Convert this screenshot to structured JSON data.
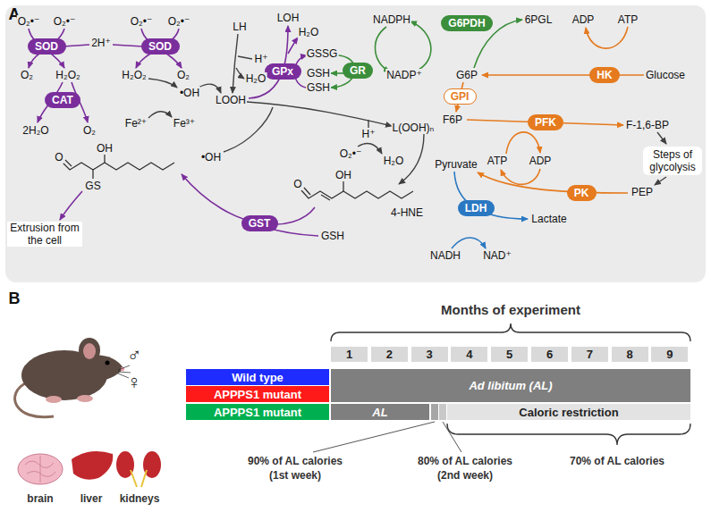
{
  "diagram": {
    "nodes": [
      {
        "text": [
          "SOD"
        ]
      },
      {
        "text": [
          "SOD"
        ]
      },
      {
        "text": [
          "GPx"
        ]
      },
      {
        "text": [
          "GR"
        ]
      },
      {
        "text": [
          "G6PDH"
        ]
      },
      {
        "text": [
          "HK"
        ]
      },
      {
        "text": [
          "CAT"
        ]
      },
      {
        "text": [
          "GPI"
        ]
      },
      {
        "text": [
          "PFK"
        ]
      },
      {
        "text": [
          "Steps of glycolysis"
        ]
      },
      {
        "text": [
          "PK"
        ]
      },
      {
        "text": [
          "LDH"
        ]
      },
      {
        "text": [
          "GST"
        ]
      },
      {
        "text": [
          "1"
        ]
      },
      {
        "text": [
          "2"
        ]
      },
      {
        "text": [
          "3"
        ]
      },
      {
        "text": [
          "4"
        ]
      },
      {
        "text": [
          "5"
        ]
      },
      {
        "text": [
          "6"
        ]
      },
      {
        "text": [
          "7"
        ]
      },
      {
        "text": [
          "8"
        ]
      },
      {
        "text": [
          "9"
        ]
      },
      {
        "text": [
          "Wild type"
        ]
      },
      {
        "text": [
          "Ad libitum (AL)"
        ]
      },
      {
        "text": [
          "APPPS1 mutant"
        ]
      },
      {
        "text": [
          "APPPS1 mutant"
        ]
      },
      {
        "text": [
          "AL"
        ]
      },
      {
        "text": [
          "Caloric restriction"
        ]
      }
    ],
    "labels": [
      "A",
      "O₂•⁻",
      "O₂•⁻",
      "2H⁺",
      "O₂•⁻",
      "O₂•⁻",
      "O₂",
      "H₂O₂",
      "H₂O₂",
      "O₂",
      "LH",
      "H₂O",
      "LOH",
      "H⁺",
      "H₂O",
      "•OH",
      "LOOH",
      "GSSG",
      "GSH",
      "GSH",
      "NADPH",
      "NADP⁺",
      "6PGL",
      "G6P",
      "ADP",
      "ATP",
      "Glucose",
      "2H₂O",
      "O₂",
      "Fe²⁺",
      "Fe³⁺",
      "F6P",
      "F-1,6-BP",
      "H⁺",
      "L(OOH)ₙ",
      "ATP",
      "ADP",
      "Pyruvate",
      "•OH",
      "O₂•⁻",
      "H₂O",
      "PEP",
      "O",
      "OH",
      "GS",
      "Extrusion from the cell",
      "O",
      "OH",
      "4-HNE",
      "Lactate",
      "GSH",
      "NADH",
      "NAD⁺",
      "B",
      "Months of experiment",
      "♂",
      "♀",
      "brain",
      "liver",
      "kidneys",
      "90% of AL calories",
      "(1st week)",
      "80% of AL calories",
      "(2nd week)",
      "70% of AL calories"
    ]
  }
}
